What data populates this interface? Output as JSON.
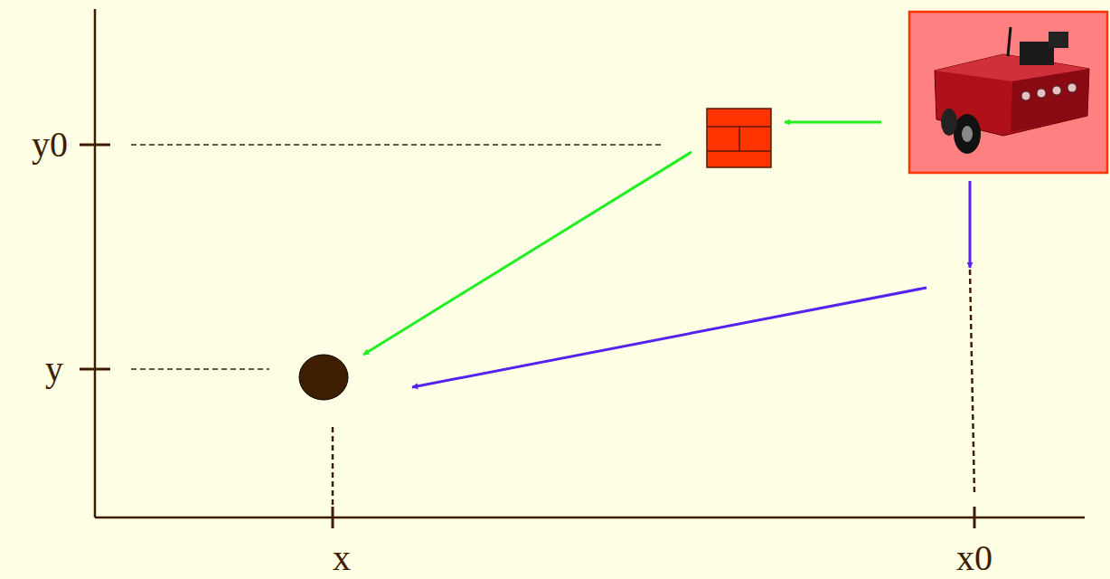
{
  "diagram": {
    "labels": [
      "y0",
      "y",
      "x",
      "x0"
    ]
  }
}
